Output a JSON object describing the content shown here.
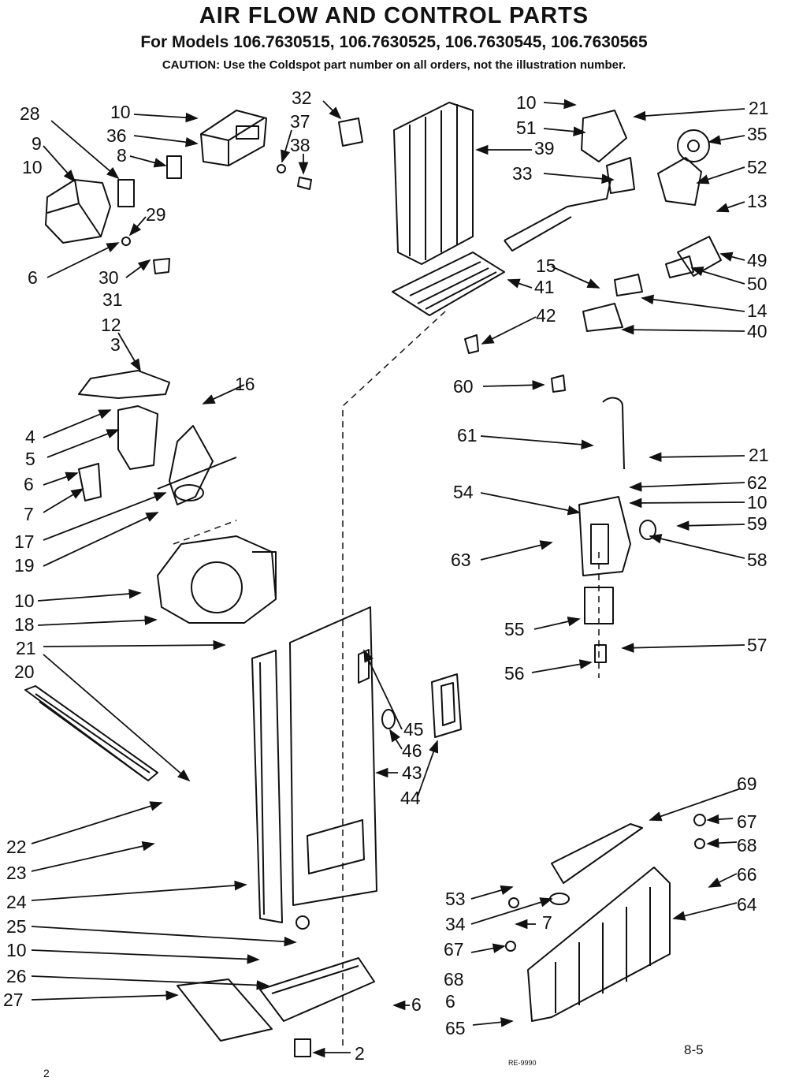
{
  "header": {
    "title": "AIR FLOW AND CONTROL PARTS",
    "models": "For Models 106.7630515, 106.7630525, 106.7630545, 106.7630565",
    "caution": "CAUTION: Use the Coldspot part number on all orders, not the illustration number."
  },
  "footer": {
    "page_ref": "8-5",
    "code": "RE-9990",
    "corner_mark": "2"
  },
  "callouts": [
    {
      "id": "c-28",
      "text": "28"
    },
    {
      "id": "c-9",
      "text": "9"
    },
    {
      "id": "c-10a",
      "text": "10"
    },
    {
      "id": "c-10b",
      "text": "10"
    },
    {
      "id": "c-36",
      "text": "36"
    },
    {
      "id": "c-8",
      "text": "8"
    },
    {
      "id": "c-29",
      "text": "29"
    },
    {
      "id": "c-6a",
      "text": "6"
    },
    {
      "id": "c-30",
      "text": "30"
    },
    {
      "id": "c-31",
      "text": "31"
    },
    {
      "id": "c-32",
      "text": "32"
    },
    {
      "id": "c-37",
      "text": "37"
    },
    {
      "id": "c-38",
      "text": "38"
    },
    {
      "id": "c-39",
      "text": "39"
    },
    {
      "id": "c-10c",
      "text": "10"
    },
    {
      "id": "c-21a",
      "text": "21"
    },
    {
      "id": "c-51",
      "text": "51"
    },
    {
      "id": "c-35",
      "text": "35"
    },
    {
      "id": "c-33",
      "text": "33"
    },
    {
      "id": "c-52",
      "text": "52"
    },
    {
      "id": "c-13",
      "text": "13"
    },
    {
      "id": "c-49",
      "text": "49"
    },
    {
      "id": "c-15",
      "text": "15"
    },
    {
      "id": "c-50",
      "text": "50"
    },
    {
      "id": "c-41",
      "text": "41"
    },
    {
      "id": "c-14",
      "text": "14"
    },
    {
      "id": "c-42",
      "text": "42"
    },
    {
      "id": "c-40",
      "text": "40"
    },
    {
      "id": "c-12",
      "text": "12"
    },
    {
      "id": "c-3",
      "text": "3"
    },
    {
      "id": "c-16",
      "text": "16"
    },
    {
      "id": "c-4",
      "text": "4"
    },
    {
      "id": "c-5",
      "text": "5"
    },
    {
      "id": "c-6b",
      "text": "6"
    },
    {
      "id": "c-7",
      "text": "7"
    },
    {
      "id": "c-17",
      "text": "17"
    },
    {
      "id": "c-19",
      "text": "19"
    },
    {
      "id": "c-10d",
      "text": "10"
    },
    {
      "id": "c-18",
      "text": "18"
    },
    {
      "id": "c-21b",
      "text": "21"
    },
    {
      "id": "c-20",
      "text": "20"
    },
    {
      "id": "c-60",
      "text": "60"
    },
    {
      "id": "c-61",
      "text": "61"
    },
    {
      "id": "c-21c",
      "text": "21"
    },
    {
      "id": "c-62",
      "text": "62"
    },
    {
      "id": "c-54",
      "text": "54"
    },
    {
      "id": "c-10e",
      "text": "10"
    },
    {
      "id": "c-59",
      "text": "59"
    },
    {
      "id": "c-63",
      "text": "63"
    },
    {
      "id": "c-58",
      "text": "58"
    },
    {
      "id": "c-55",
      "text": "55"
    },
    {
      "id": "c-57",
      "text": "57"
    },
    {
      "id": "c-56",
      "text": "56"
    },
    {
      "id": "c-45",
      "text": "45"
    },
    {
      "id": "c-46",
      "text": "46"
    },
    {
      "id": "c-43",
      "text": "43"
    },
    {
      "id": "c-44",
      "text": "44"
    },
    {
      "id": "c-22",
      "text": "22"
    },
    {
      "id": "c-23",
      "text": "23"
    },
    {
      "id": "c-24",
      "text": "24"
    },
    {
      "id": "c-25",
      "text": "25"
    },
    {
      "id": "c-10f",
      "text": "10"
    },
    {
      "id": "c-26",
      "text": "26"
    },
    {
      "id": "c-27",
      "text": "27"
    },
    {
      "id": "c-6c",
      "text": "6"
    },
    {
      "id": "c-2",
      "text": "2"
    },
    {
      "id": "c-69",
      "text": "69"
    },
    {
      "id": "c-67a",
      "text": "67"
    },
    {
      "id": "c-68a",
      "text": "68"
    },
    {
      "id": "c-66",
      "text": "66"
    },
    {
      "id": "c-64",
      "text": "64"
    },
    {
      "id": "c-53",
      "text": "53"
    },
    {
      "id": "c-34",
      "text": "34"
    },
    {
      "id": "c-7b",
      "text": "7"
    },
    {
      "id": "c-67b",
      "text": "67"
    },
    {
      "id": "c-68b",
      "text": "68"
    },
    {
      "id": "c-6d",
      "text": "6"
    },
    {
      "id": "c-65",
      "text": "65"
    }
  ]
}
